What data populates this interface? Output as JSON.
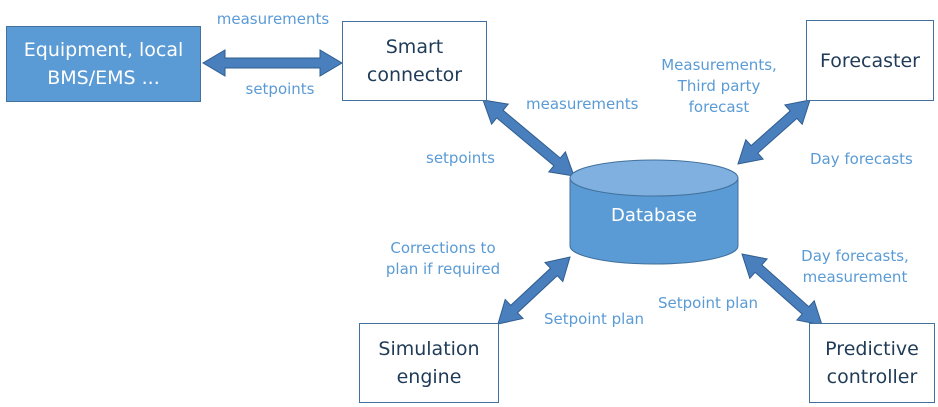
{
  "nodes": {
    "equipment": "Equipment, local\nBMS/EMS ...",
    "smart_connector": "Smart\nconnector",
    "forecaster": "Forecaster",
    "database": "Database",
    "simulation_engine": "Simulation\nengine",
    "predictive_controller": "Predictive\ncontroller"
  },
  "edges": {
    "equipment_connector": {
      "top": "measurements",
      "bottom": "setpoints"
    },
    "connector_database": {
      "top": "measurements",
      "bottom": "setpoints"
    },
    "forecaster_database": {
      "top": "Measurements,\nThird party\nforecast",
      "bottom": "Day forecasts"
    },
    "simulation_database": {
      "top": "Corrections to\nplan if required",
      "bottom": "Setpoint plan"
    },
    "controller_database": {
      "top": "Day forecasts,\nmeasurement",
      "bottom": "Setpoint plan"
    }
  },
  "colors": {
    "arrow": "#4a7fbd",
    "arrow_stroke": "#2f5d8f",
    "label": "#5b9bd5",
    "filled_box": "#5b9bd5",
    "box_border": "#41719c",
    "database_fill": "#5b9bd5",
    "database_top": "#7fb0e0"
  }
}
